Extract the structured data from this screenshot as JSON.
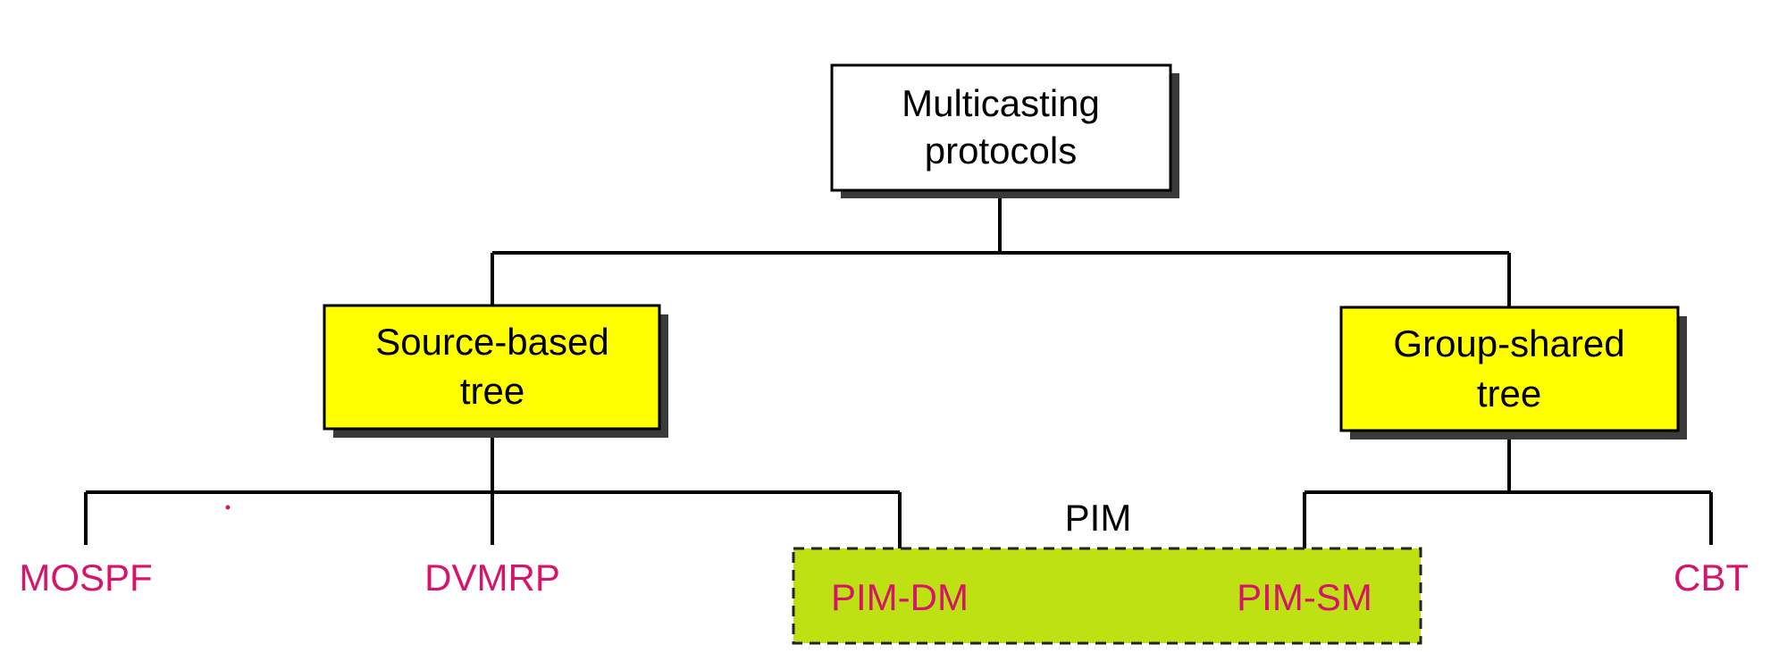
{
  "diagram": {
    "root": {
      "line1": "Multicasting",
      "line2": "protocols"
    },
    "left_branch": {
      "line1": "Source-based",
      "line2": "tree"
    },
    "right_branch": {
      "line1": "Group-shared",
      "line2": "tree"
    },
    "leaves": {
      "mospf": "MOSPF",
      "dvmrp": "DVMRP",
      "pim_dm": "PIM-DM",
      "pim_sm": "PIM-SM",
      "cbt": "CBT"
    },
    "pim_group_label": "PIM"
  },
  "colors": {
    "root_fill": "#ffffff",
    "branch_fill": "#ffff00",
    "pim_fill": "#bde112",
    "leaf_text": "#d6156a",
    "line": "#000000",
    "shadow": "#3a3a3a"
  }
}
